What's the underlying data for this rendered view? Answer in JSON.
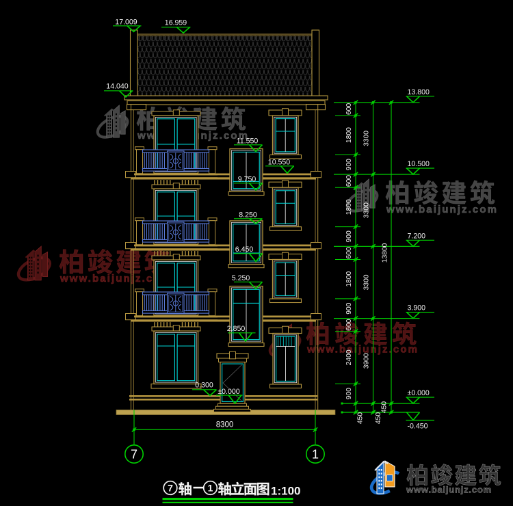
{
  "app": {
    "type": "cad-elevation-drawing",
    "background": "#000000"
  },
  "title": {
    "axis_start": "7",
    "axis_start_suffix": "轴",
    "dash": "—",
    "axis_end": "1",
    "axis_end_suffix": "轴立面图",
    "scale": "1:100"
  },
  "markers": {
    "left": [
      {
        "value": "17.009"
      },
      {
        "value": "16.959"
      },
      {
        "value": "14.040"
      }
    ],
    "middle": [
      {
        "value": "11.550"
      },
      {
        "value": "10.550"
      },
      {
        "value": "9.750"
      },
      {
        "value": "8.250"
      },
      {
        "value": "6.450"
      },
      {
        "value": "5.250"
      },
      {
        "value": "2.850"
      },
      {
        "value": "0.300"
      },
      {
        "value": "±0.000"
      }
    ],
    "right": [
      {
        "value": "13.800"
      },
      {
        "value": "10.500"
      },
      {
        "value": "7.200"
      },
      {
        "value": "3.900"
      },
      {
        "value": "±0.000"
      },
      {
        "value": "-0.450"
      }
    ]
  },
  "dimensions": {
    "bottom_width": "8300",
    "axis_labels": [
      "7",
      "1"
    ],
    "detail_column": [
      "600",
      "1800",
      "900",
      "600",
      "1800",
      "900",
      "600",
      "1800",
      "900",
      "600",
      "2400",
      "900",
      "450"
    ],
    "floor_column": [
      "3300",
      "3300",
      "3300",
      "3900",
      "450"
    ],
    "total_column": [
      "13800",
      "450"
    ]
  },
  "watermarks": [
    {
      "text": "柏竣建筑",
      "url": "www.baijunjz.com",
      "tone": "gray"
    },
    {
      "text": "柏竣建筑",
      "url": "www.baijunjz.com",
      "tone": "gray"
    },
    {
      "text": "柏竣建筑",
      "url": "www.baijunjz.com",
      "tone": "red"
    },
    {
      "text": "柏竣建筑",
      "url": "www.baijunjz.com",
      "tone": "red"
    }
  ],
  "brand": {
    "name": "柏竣建筑",
    "url": "www.baijunjz.com"
  },
  "colors": {
    "line_green": "#00cf00",
    "glass_cyan": "#00d9d9",
    "frame_tan": "#b3943f",
    "ground_tan": "#bda14f",
    "railing_blue": "#5b7bd9",
    "text_white": "#f0f0f0",
    "inner_white": "#e2e2e2",
    "tile_gray": "#3e3e3e",
    "watermark_gray_fill": "#454545",
    "watermark_gray_edge": "#606060",
    "watermark_red_fill": "#4e1313",
    "watermark_red_edge": "#7c2121",
    "brand_blue": "#1a6cc8",
    "brand_orange": "#f39c1f",
    "brand_text_fill": "#353535",
    "brand_text_edge": "#8f8f8f"
  }
}
